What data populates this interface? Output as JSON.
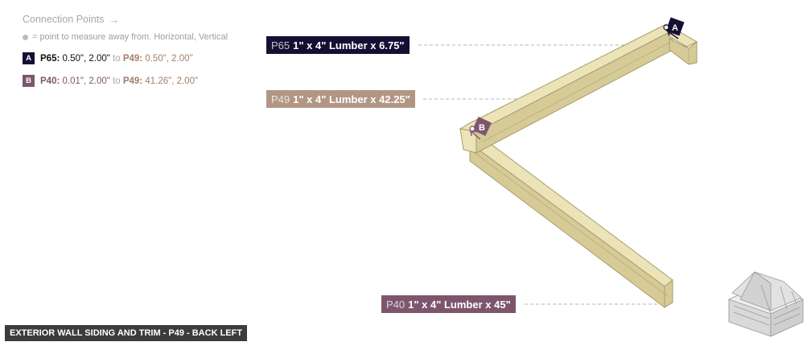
{
  "connection_panel": {
    "title": "Connection Points",
    "legend": "= point to measure away from. Horizontal, Vertical",
    "points": [
      {
        "badge": "A",
        "badge_color": "#151033",
        "from_part": "P65:",
        "from_value": "0.50\", 2.00\"",
        "to_word": "to",
        "to_part": "P49:",
        "to_value": "0.50\", 2.00\""
      },
      {
        "badge": "B",
        "badge_color": "#7d566e",
        "from_part": "P40:",
        "from_value": "0.01\", 2.00\"",
        "to_word": "to",
        "to_part": "P49:",
        "to_value": "41.26\", 2.00\""
      }
    ]
  },
  "parts": [
    {
      "id": "P65",
      "description": "1\" x 4\" Lumber  x 6.75\"",
      "color": "#151033"
    },
    {
      "id": "P49",
      "description": "1\" x 4\" Lumber  x 42.25\"",
      "color": "#b29684"
    },
    {
      "id": "P40",
      "description": "1\" x 4\" Lumber  x 45\"",
      "color": "#7d566e"
    }
  ],
  "markers": [
    {
      "letter": "A",
      "color": "#151033"
    },
    {
      "letter": "B",
      "color": "#7d566e"
    }
  ],
  "footer": {
    "title": "EXTERIOR WALL SIDING AND TRIM - P49 - BACK LEFT"
  },
  "colors": {
    "lumber_face": "#ece4b8",
    "lumber_side": "#d6cb97",
    "lumber_edge": "#a79c6a"
  },
  "icons": {
    "title_arrow": "→",
    "legend_dot": "●"
  }
}
